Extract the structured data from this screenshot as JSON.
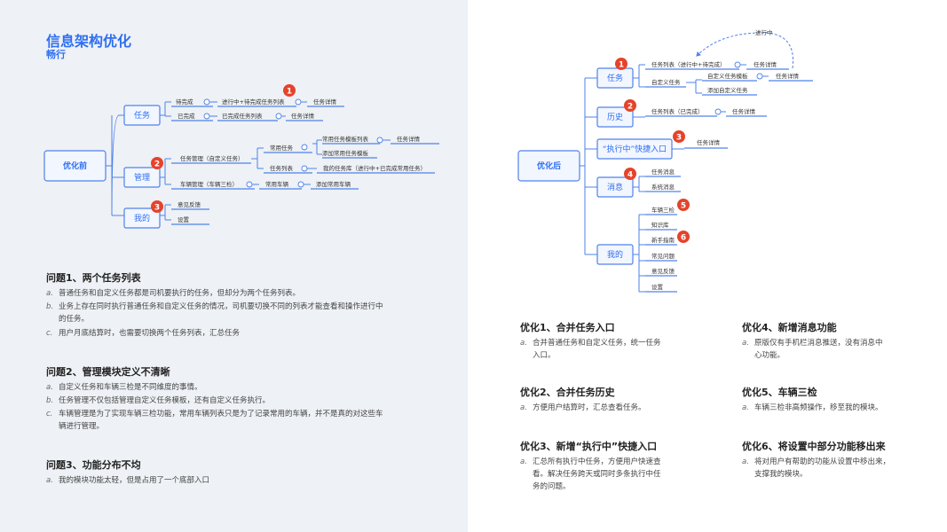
{
  "page": {
    "title": "信息架构优化",
    "subtitle": "畅行"
  },
  "before": {
    "root": "优化前",
    "task": "任务",
    "pending": "待完成",
    "in_progress_list": "进行中+待完成任务列表",
    "task_detail_1": "任务详情",
    "completed": "已完成",
    "completed_list": "已完成任务列表",
    "task_detail_2": "任务详情",
    "manage": "管理",
    "task_manage": "任务管理（自定义任务）",
    "common_tasks": "常用任务",
    "common_template_list": "常用任务模板列表",
    "task_detail_3": "任务详情",
    "add_common_template": "添加常用任务模板",
    "task_list": "任务列表",
    "my_task_library": "我的任务库（进行中+已完成常用任务）",
    "vehicle_manage": "车辆管理（车辆三检）",
    "common_vehicles": "常用车辆",
    "add_common_vehicle": "添加常用车辆",
    "mine": "我的",
    "feedback": "意见反馈",
    "settings": "设置"
  },
  "after": {
    "root": "优化后",
    "task": "任务",
    "task_list": "任务列表（进行中+待完成）",
    "task_detail_1": "任务详情",
    "custom_tasks": "自定义任务",
    "custom_template_list": "自定义任务模板",
    "task_detail_2": "任务详情",
    "add_custom_task": "添加自定义任务",
    "arrow_label": "进行中",
    "history": "历史",
    "history_list": "任务列表（已完成）",
    "task_detail_3": "任务详情",
    "executing_entry": "“执行中”快捷入口",
    "task_detail_4": "任务详情",
    "messages": "消息",
    "task_messages": "任务消息",
    "system_messages": "系统消息",
    "mine": "我的",
    "vehicle_check": "车辆三检",
    "knowledge": "知识库",
    "novice_guide": "新手指南",
    "faq": "常见问题",
    "feedback": "意见反馈",
    "settings": "设置"
  },
  "badges": {
    "b1": "1",
    "b2": "2",
    "b3": "3",
    "b4": "4",
    "b5": "5",
    "b6": "6"
  },
  "problems": [
    {
      "heading": "问题1、两个任务列表",
      "items": [
        {
          "marker": "a.",
          "text": "普通任务和自定义任务都是司机要执行的任务，但却分为两个任务列表。"
        },
        {
          "marker": "b.",
          "text": "业务上存在同时执行普通任务和自定义任务的情况，司机要切换不同的列表才能查看和操作进行中的任务。"
        },
        {
          "marker": "c.",
          "text": "用户月底结算时，也需要切换两个任务列表，汇总任务"
        }
      ]
    },
    {
      "heading": "问题2、管理模块定义不清晰",
      "items": [
        {
          "marker": "a.",
          "text": "自定义任务和车辆三检是不同维度的事情。"
        },
        {
          "marker": "b.",
          "text": "任务管理不仅包括管理自定义任务模板，还有自定义任务执行。"
        },
        {
          "marker": "c.",
          "text": "车辆管理是为了实现车辆三检功能，常用车辆列表只是为了记录常用的车辆，并不是真的对这些车辆进行管理。"
        }
      ]
    },
    {
      "heading": "问题3、功能分布不均",
      "items": [
        {
          "marker": "a.",
          "text": "我的模块功能太轻，但是占用了一个底部入口"
        }
      ]
    }
  ],
  "optimizations": [
    {
      "heading": "优化1、合并任务入口",
      "items": [
        {
          "marker": "a.",
          "text": "合并普通任务和自定义任务，统一任务入口。"
        }
      ]
    },
    {
      "heading": "优化2、合并任务历史",
      "items": [
        {
          "marker": "a.",
          "text": "方便用户结算时，汇总查看任务。"
        }
      ]
    },
    {
      "heading": "优化3、新增“执行中”快捷入口",
      "items": [
        {
          "marker": "a.",
          "text": "汇总所有执行中任务，方便用户快速查看。解决任务跨天或同时多条执行中任务的问题。"
        }
      ]
    },
    {
      "heading": "优化4、新增消息功能",
      "items": [
        {
          "marker": "a.",
          "text": "原版仅有手机栏消息推送，没有消息中心功能。"
        }
      ]
    },
    {
      "heading": "优化5、车辆三检",
      "items": [
        {
          "marker": "a.",
          "text": "车辆三检非高频操作，移至我的模块。"
        }
      ]
    },
    {
      "heading": "优化6、将设置中部分功能移出来",
      "items": [
        {
          "marker": "a.",
          "text": "将对用户有帮助的功能从设置中移出来，支撑我的模块。"
        }
      ]
    }
  ],
  "colors": {
    "accent": "#2f6ff2",
    "badge": "#e5432a",
    "line": "#4f82ea",
    "node_bg": "#f2f6ff",
    "left_bg": "#eef1f5"
  }
}
